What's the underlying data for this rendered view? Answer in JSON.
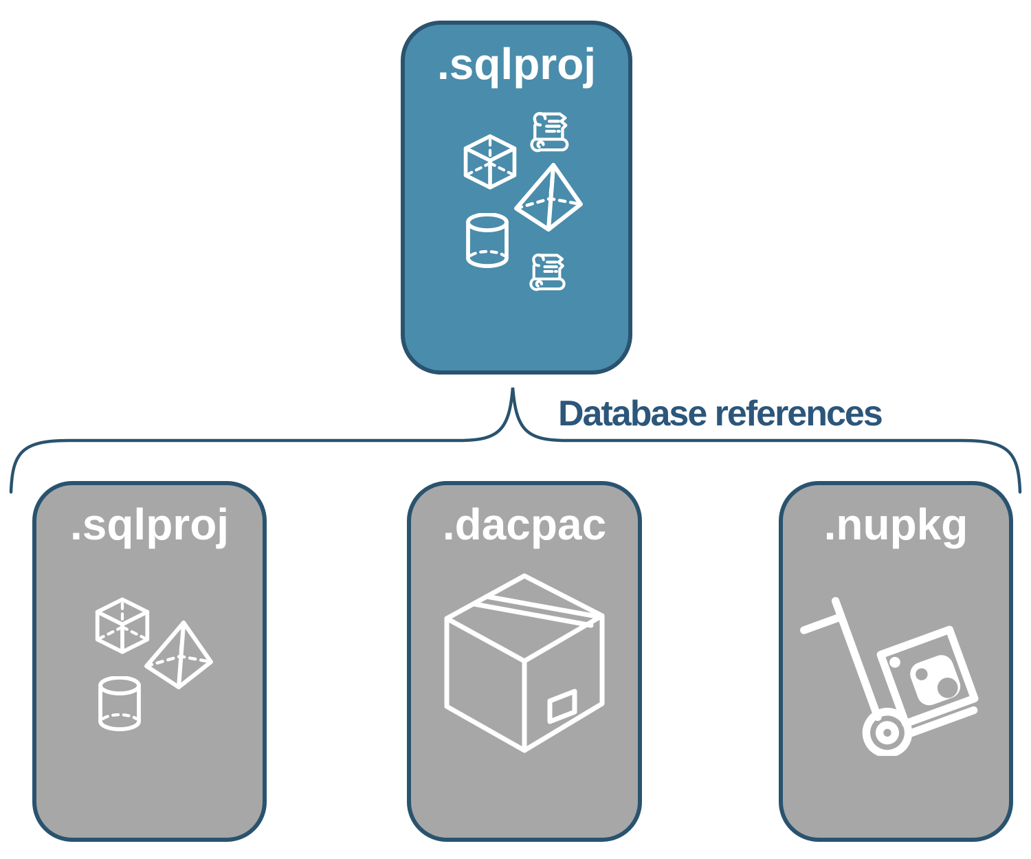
{
  "diagram": {
    "root_node": {
      "label": ".sqlproj",
      "icons": [
        "script-scroll",
        "cube",
        "pyramid",
        "cylinder",
        "script-scroll"
      ]
    },
    "connector": {
      "label": "Database references"
    },
    "child_nodes": [
      {
        "label": ".sqlproj",
        "icons": [
          "cube",
          "pyramid",
          "cylinder"
        ]
      },
      {
        "label": ".dacpac",
        "icons": [
          "package-box"
        ]
      },
      {
        "label": ".nupkg",
        "icons": [
          "hand-truck-with-nuget-package"
        ]
      }
    ],
    "colors": {
      "root_fill": "#4a8cab",
      "child_fill": "#a7a7a7",
      "border": "#29536f",
      "label_text": "#2c567a",
      "icon_stroke": "#ffffff"
    }
  }
}
